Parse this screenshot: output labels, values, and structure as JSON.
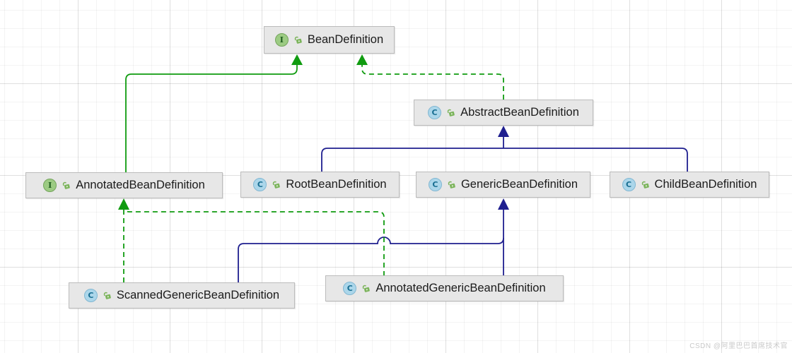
{
  "diagram": {
    "kind": "uml-class-diagram",
    "colors": {
      "interface_edge_green": "#0f9b0f",
      "class_edge_navy": "#1f1f8f",
      "node_fill": "#e7e7e7",
      "node_border": "#bbbbbb",
      "interface_badge": "#9ccb83",
      "class_badge": "#abd6ea"
    },
    "nodes": [
      {
        "id": "BeanDefinition",
        "label": "BeanDefinition",
        "kind": "interface",
        "icon_letter": "I",
        "visibility": "public"
      },
      {
        "id": "AbstractBeanDefinition",
        "label": "AbstractBeanDefinition",
        "kind": "class",
        "icon_letter": "C",
        "visibility": "public"
      },
      {
        "id": "AnnotatedBeanDefinition",
        "label": "AnnotatedBeanDefinition",
        "kind": "interface",
        "icon_letter": "I",
        "visibility": "public"
      },
      {
        "id": "RootBeanDefinition",
        "label": "RootBeanDefinition",
        "kind": "class",
        "icon_letter": "C",
        "visibility": "public"
      },
      {
        "id": "GenericBeanDefinition",
        "label": "GenericBeanDefinition",
        "kind": "class",
        "icon_letter": "C",
        "visibility": "public"
      },
      {
        "id": "ChildBeanDefinition",
        "label": "ChildBeanDefinition",
        "kind": "class",
        "icon_letter": "C",
        "visibility": "public"
      },
      {
        "id": "ScannedGenericBeanDefinition",
        "label": "ScannedGenericBeanDefinition",
        "kind": "class",
        "icon_letter": "C",
        "visibility": "public"
      },
      {
        "id": "AnnotatedGenericBeanDefinition",
        "label": "AnnotatedGenericBeanDefinition",
        "kind": "class",
        "icon_letter": "C",
        "visibility": "public"
      }
    ],
    "edges": [
      {
        "from": "AnnotatedBeanDefinition",
        "to": "BeanDefinition",
        "relation": "extends",
        "line": "solid",
        "color": "#0f9b0f"
      },
      {
        "from": "AbstractBeanDefinition",
        "to": "BeanDefinition",
        "relation": "implements",
        "line": "dashed",
        "color": "#0f9b0f"
      },
      {
        "from": "RootBeanDefinition",
        "to": "AbstractBeanDefinition",
        "relation": "extends",
        "line": "solid",
        "color": "#1f1f8f"
      },
      {
        "from": "GenericBeanDefinition",
        "to": "AbstractBeanDefinition",
        "relation": "extends",
        "line": "solid",
        "color": "#1f1f8f"
      },
      {
        "from": "ChildBeanDefinition",
        "to": "AbstractBeanDefinition",
        "relation": "extends",
        "line": "solid",
        "color": "#1f1f8f"
      },
      {
        "from": "ScannedGenericBeanDefinition",
        "to": "GenericBeanDefinition",
        "relation": "extends",
        "line": "solid",
        "color": "#1f1f8f"
      },
      {
        "from": "AnnotatedGenericBeanDefinition",
        "to": "GenericBeanDefinition",
        "relation": "extends",
        "line": "solid",
        "color": "#1f1f8f"
      },
      {
        "from": "ScannedGenericBeanDefinition",
        "to": "AnnotatedBeanDefinition",
        "relation": "implements",
        "line": "dashed",
        "color": "#0f9b0f"
      },
      {
        "from": "AnnotatedGenericBeanDefinition",
        "to": "AnnotatedBeanDefinition",
        "relation": "implements",
        "line": "dashed",
        "color": "#0f9b0f"
      }
    ]
  },
  "watermark": "CSDN @阿里巴巴首席技术官"
}
